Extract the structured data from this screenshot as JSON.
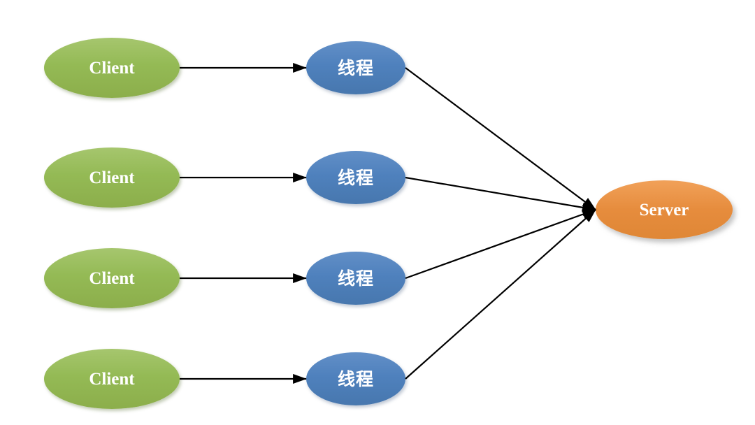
{
  "diagram": {
    "title": "clients-threads-server-fanin-diagram",
    "nodes": [
      {
        "id": "client-1",
        "type": "client",
        "label": "Client"
      },
      {
        "id": "client-2",
        "type": "client",
        "label": "Client"
      },
      {
        "id": "client-3",
        "type": "client",
        "label": "Client"
      },
      {
        "id": "client-4",
        "type": "client",
        "label": "Client"
      },
      {
        "id": "thread-1",
        "type": "thread",
        "label": "线程"
      },
      {
        "id": "thread-2",
        "type": "thread",
        "label": "线程"
      },
      {
        "id": "thread-3",
        "type": "thread",
        "label": "线程"
      },
      {
        "id": "thread-4",
        "type": "thread",
        "label": "线程"
      },
      {
        "id": "server",
        "type": "server",
        "label": "Server"
      }
    ],
    "edges": [
      {
        "from": "client-1",
        "to": "thread-1"
      },
      {
        "from": "client-2",
        "to": "thread-2"
      },
      {
        "from": "client-3",
        "to": "thread-3"
      },
      {
        "from": "client-4",
        "to": "thread-4"
      },
      {
        "from": "thread-1",
        "to": "server"
      },
      {
        "from": "thread-2",
        "to": "server"
      },
      {
        "from": "thread-3",
        "to": "server"
      },
      {
        "from": "thread-4",
        "to": "server"
      }
    ],
    "colors": {
      "client_fill": "#94BA55",
      "thread_fill": "#4F81BD",
      "server_fill": "#E68C3D",
      "arrow": "#000000",
      "label_text": "#FFFFFF",
      "background": "#FFFFFF"
    }
  }
}
